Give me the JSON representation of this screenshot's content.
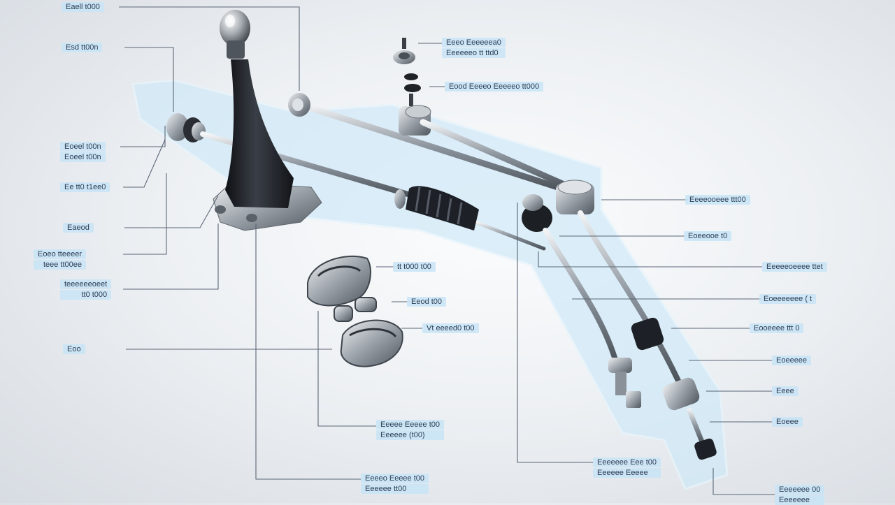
{
  "labels": {
    "l1": [
      "Eaell t000"
    ],
    "l2": [
      "Esd tt00n"
    ],
    "l3": [
      "Eoeel t00n",
      "Eoeel t00n"
    ],
    "l4": [
      "Ee tt0 t1ee0"
    ],
    "l5": [
      "Eaeod"
    ],
    "l6": [
      "Eoeo tteeeer",
      "teee tt00ee"
    ],
    "l7": [
      "teeeeeeoeet",
      "tt0 t000"
    ],
    "l8": [
      "Eoo"
    ],
    "r1": [
      "Eeeo Eeeeeea0",
      "Eeeeeeo tt ttd0"
    ],
    "r2": [
      "Eood Eeeeo Eeeeeo tt000"
    ],
    "r3": [
      "tt t000 t00"
    ],
    "r4": [
      "Eeod t00"
    ],
    "r5": [
      "Vt eeeed0 t00"
    ],
    "r6": [
      "Eeeeooeee ttt00"
    ],
    "r7": [
      "Eoeeooe t0"
    ],
    "r8": [
      "Eeeeeoeeee ttet"
    ],
    "r9": [
      "Eoeeeeeee ( t"
    ],
    "r10": [
      "Eooeeee ttt 0"
    ],
    "r11": [
      "Eoeeeee"
    ],
    "r12": [
      "Eeee"
    ],
    "r13": [
      "Eoeee"
    ],
    "b1": [
      "Eeeee Eeeee t00",
      "Eeeeee (t00)"
    ],
    "b2": [
      "Eeeeo Eeeee t00",
      "Eeeeee tt00"
    ],
    "b3": [
      "Eeeeeee Eee t00",
      "Eeeeee Eeeee"
    ],
    "b4": [
      "Eeeeeee 00",
      "Eeeeeee"
    ]
  },
  "colors": {
    "label_bg": "#c8e4f6",
    "frame_glow": "#cfe9f8",
    "knob": "#9ea4aa",
    "boot": "#1d2026",
    "metal": "#b8bec4"
  }
}
